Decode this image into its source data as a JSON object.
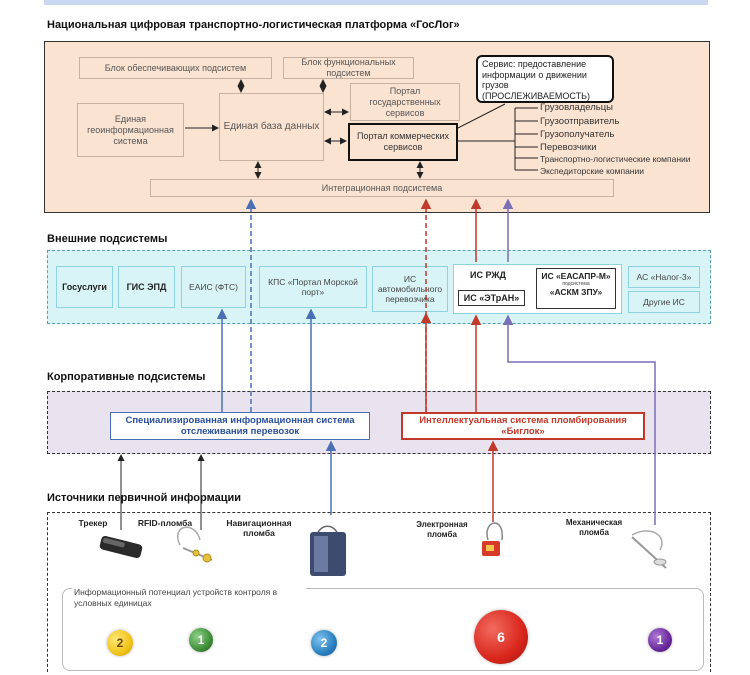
{
  "platform": {
    "title": "Национальная цифровая транспортно-логистическая платформа «ГосЛог»",
    "support_block": "Блок обеспечивающих подсистем",
    "functional_block": "Блок функциональных подсистем",
    "geo_system": "Единая геоинформационная система",
    "database": "Единая база данных",
    "gov_portal": "Портал государственных сервисов",
    "commercial_portal": "Портал коммерческих сервисов",
    "service_note": "Сервис: предоставление информации о движении грузов (ПРОСЛЕЖИВАЕМОСТЬ)",
    "integration": "Интеграционная подсистема",
    "targets": [
      "Грузовладельцы",
      "Грузоотправитель",
      "Грузополучатель",
      "Перевозчики",
      "Транспортно-логистические компании",
      "Экспедиторские компании"
    ]
  },
  "external": {
    "title": "Внешние подсистемы",
    "gosuslugi": "Госуслуги",
    "gis_epd": "ГИС ЭПД",
    "eais": "ЕАИС (ФТС)",
    "kps": "КПС «Портал Морской порт»",
    "auto_is": "ИС автомобильного перевозчика",
    "is_rzd": "ИС РЖД",
    "etran": "ИС «ЭТрАН»",
    "easapr": "ИС «ЕАСАПР-М»",
    "subsystem_word": "подсистема",
    "askm": "«АСКМ ЗПУ»",
    "nalog": "АС «Налог-3»",
    "other": "Другие ИС"
  },
  "corporate": {
    "title": "Корпоративные подсистемы",
    "tracking": "Специализированная информационная система отслеживания перевозок",
    "biglock": "Интеллектуальная система пломбирования «Биглок»"
  },
  "sources": {
    "title": "Источники первичной информации",
    "tracker": "Трекер",
    "rfid": "RFID-пломба",
    "nav": "Навигационная пломба",
    "electronic": "Электронная пломба",
    "mechanical": "Механическая пломба",
    "potential_label": "Информационный потенциал устройств контроля в условных единицах",
    "values": [
      "2",
      "1",
      "2",
      "6",
      "1"
    ]
  },
  "colors": {
    "platform_bg": "#fbe3d2",
    "external_bg": "#d9f4f7",
    "corporate_bg": "#e9e2ef",
    "blue_arrow": "#4a6fb5",
    "red_arrow": "#c0392b",
    "purple_arrow": "#7b6fb7",
    "circle_yellow": "#f0c419",
    "circle_green": "#3f8f3a",
    "circle_blue": "#2a7fc0",
    "circle_red": "#d9261c",
    "circle_purple": "#6a2a9c"
  }
}
